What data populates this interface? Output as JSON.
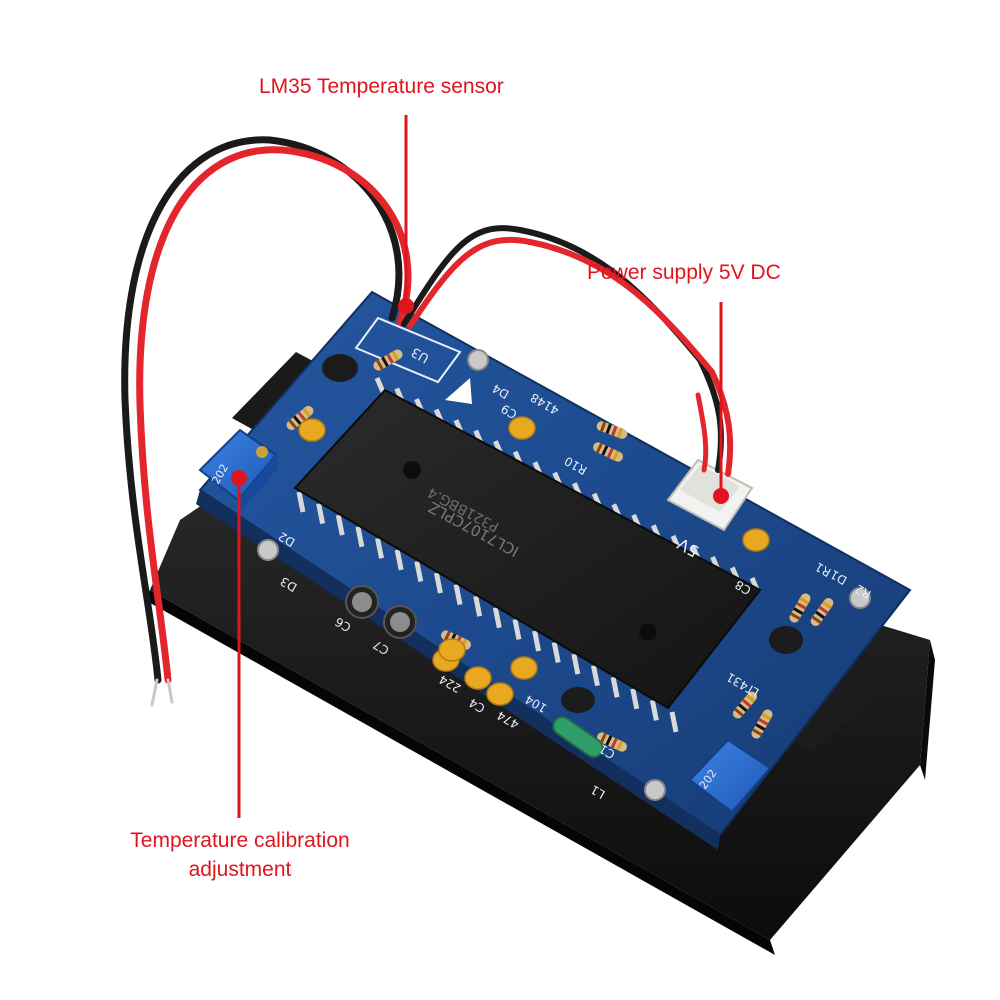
{
  "annotations": {
    "sensor_label": "LM35 Temperature sensor",
    "power_label": "Power supply 5V DC",
    "calibration_label_line1": "Temperature calibration",
    "calibration_label_line2": "adjustment"
  },
  "board": {
    "chip_marking_line1": "ICL7107CPLZ",
    "chip_marking_line2": "P321BBG.4",
    "silk_u3": "U3",
    "silk_5v": "5V",
    "silk_d4": "D4",
    "silk_c9": "C9",
    "silk_r10": "R10",
    "silk_c8": "C8",
    "silk_d2": "D2",
    "silk_d3": "D3",
    "silk_c6": "C6",
    "silk_c7": "C7",
    "silk_c4": "C4",
    "silk_c1": "C1",
    "silk_l1": "L1",
    "silk_r1": "R1",
    "silk_r2": "R2",
    "silk_d1": "D1",
    "silk_pot_left": "202",
    "silk_pot_right": "202",
    "silk_224": "224",
    "silk_474": "474",
    "silk_104": "104",
    "silk_4148": "4148",
    "silk_lt431": "LT431"
  },
  "colors": {
    "callout_red": "#e0141e",
    "pcb_blue": "#1d4a8e",
    "bezel_black": "#161616",
    "pot_blue": "#2a6fd4",
    "wire_red": "#e3262c",
    "wire_black": "#1a1a1a"
  }
}
